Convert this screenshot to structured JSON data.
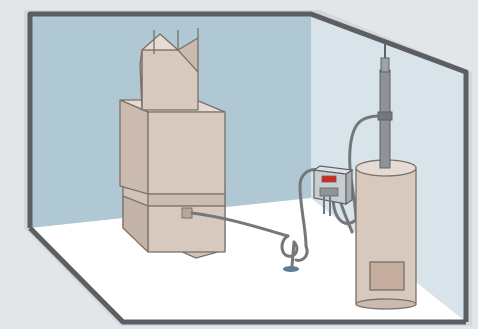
{
  "scene": {
    "colors": {
      "background": "#e3e6e8",
      "back_wall": "#afc8d3",
      "right_wall": "#d8e4ea",
      "floor": "#ffffff",
      "room_outline": "#5b5f64",
      "appliance_fill": "#d8c9bf",
      "appliance_outline": "#7b6f68",
      "pipe": "#74787c",
      "controller_body": "#c9cdd0",
      "controller_screen": "#d7261d",
      "drain": "#5f7d92"
    },
    "components": [
      "room",
      "furnace",
      "chimney-flue",
      "water-heater",
      "vent-pipe",
      "condensate-drain-trap",
      "floor-drain",
      "controller-unit"
    ]
  }
}
